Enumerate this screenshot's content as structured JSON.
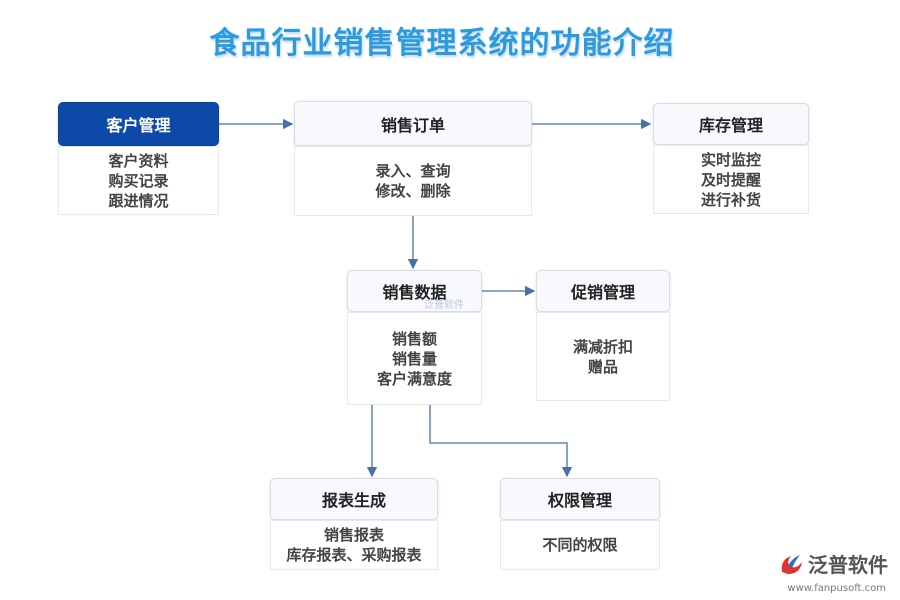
{
  "title": "食品行业销售管理系统的功能介绍",
  "nodes": {
    "customer": {
      "label": "客户管理",
      "items": [
        "客户资料",
        "购买记录",
        "跟进情况"
      ]
    },
    "order": {
      "label": "销售订单",
      "items": [
        "录入、查询",
        "修改、删除"
      ]
    },
    "inventory": {
      "label": "库存管理",
      "items": [
        "实时监控",
        "及时提醒",
        "进行补货"
      ]
    },
    "sales_data": {
      "label": "销售数据",
      "items": [
        "销售额",
        "销售量",
        "客户满意度"
      ]
    },
    "promotion": {
      "label": "促销管理",
      "items": [
        "满减折扣",
        "赠品"
      ]
    },
    "report": {
      "label": "报表生成",
      "items": [
        "销售报表",
        "库存报表、采购报表"
      ]
    },
    "permission": {
      "label": "权限管理",
      "items": [
        "不同的权限"
      ]
    }
  },
  "watermark": "泛普软件",
  "logo": {
    "name": "泛普软件",
    "url": "www.fanpusoft.com"
  },
  "colors": {
    "title": "#2b9be0",
    "primary": "#0d4aa8",
    "arrow": "#4a6fa5"
  },
  "icons": [
    "fanpu-logo-icon"
  ]
}
